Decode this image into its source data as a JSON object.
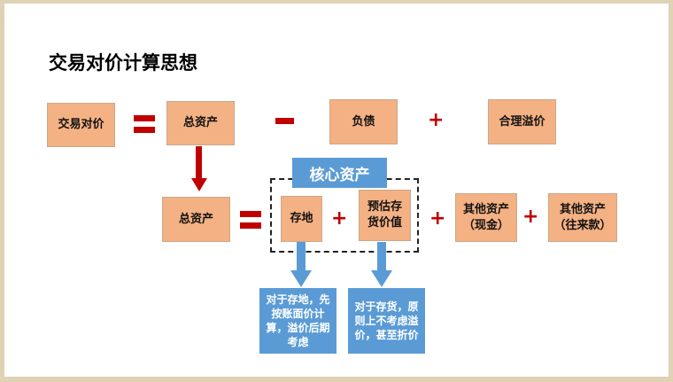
{
  "title": "交易对价计算思想",
  "row1": {
    "a": "交易对价",
    "b": "总资产",
    "c": "负债",
    "d": "合理溢价"
  },
  "row2": {
    "a": "总资产",
    "core_label": "核心资产",
    "land": "存地",
    "inventory": "预估存货价值",
    "other_cash": "其他资产（现金）",
    "other_receivables": "其他资产（往来款）"
  },
  "notes": {
    "land": "对于存地，先按账面价计算，溢价后期考虑",
    "inventory": "对于存货，原则上不考虑溢价，甚至折价"
  },
  "ops": {
    "plus": "+"
  }
}
